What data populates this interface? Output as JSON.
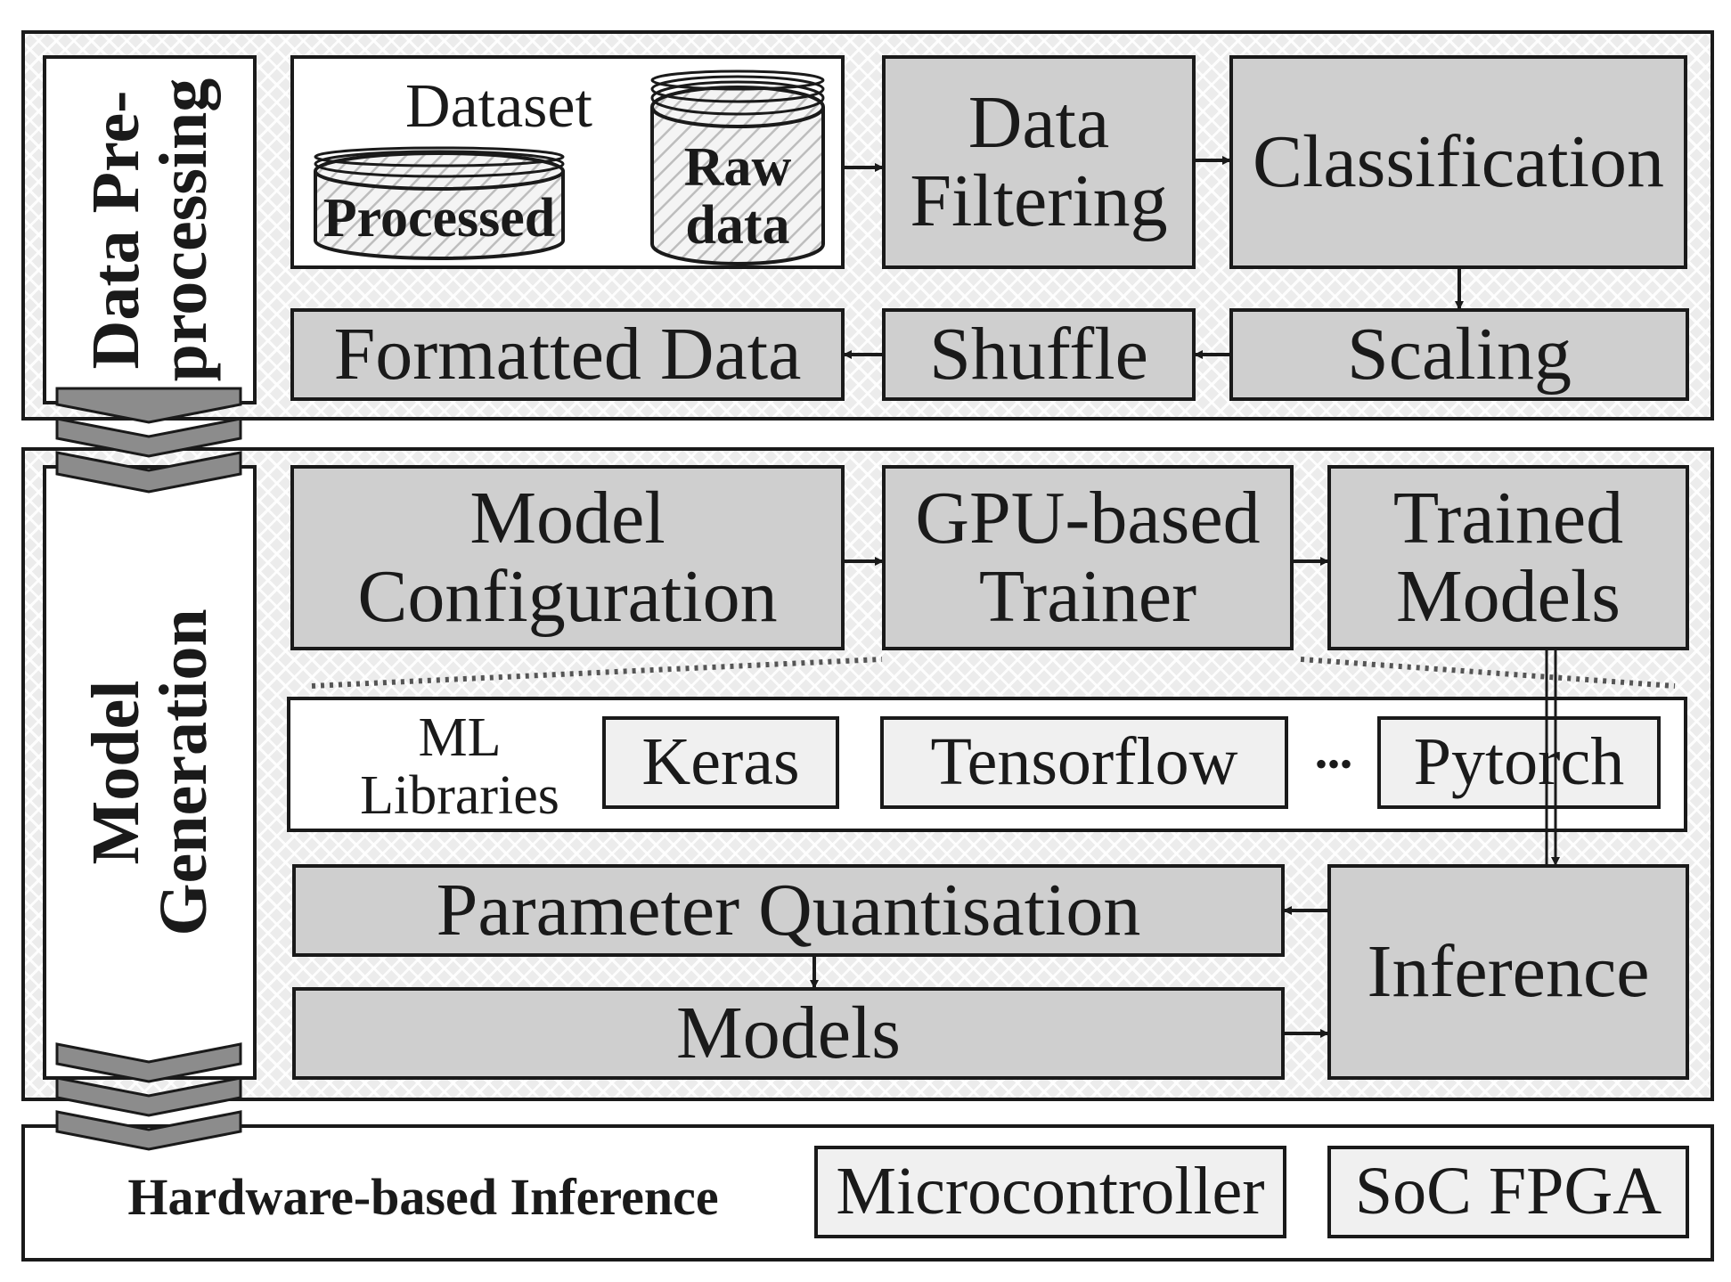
{
  "data_preprocessing": {
    "title": "Data Pre-\nprocessing",
    "dataset_label": "Dataset",
    "processed_label": "Processed",
    "raw_data_label": "Raw\ndata",
    "data_filtering": "Data\nFiltering",
    "classification": "Classification",
    "formatted_data": "Formatted Data",
    "shuffle": "Shuffle",
    "scaling": "Scaling"
  },
  "model_generation": {
    "title": "Model\nGeneration",
    "model_configuration": "Model\nConfiguration",
    "gpu_trainer": "GPU-based\nTrainer",
    "trained_models": "Trained\nModels",
    "ml_libraries_label": "ML\nLibraries",
    "libraries": [
      "Keras",
      "Tensorflow",
      "Pytorch"
    ],
    "ellipsis": "•••",
    "parameter_quantisation": "Parameter Quantisation",
    "models": "Models",
    "inference": "Inference"
  },
  "hardware": {
    "title": "Hardware-based Inference",
    "targets": [
      "Microcontroller",
      "SoC FPGA"
    ]
  },
  "colors": {
    "box_fill": "#cfcfcf",
    "light_fill": "#f0f0f0",
    "stroke": "#1a1a1a"
  }
}
